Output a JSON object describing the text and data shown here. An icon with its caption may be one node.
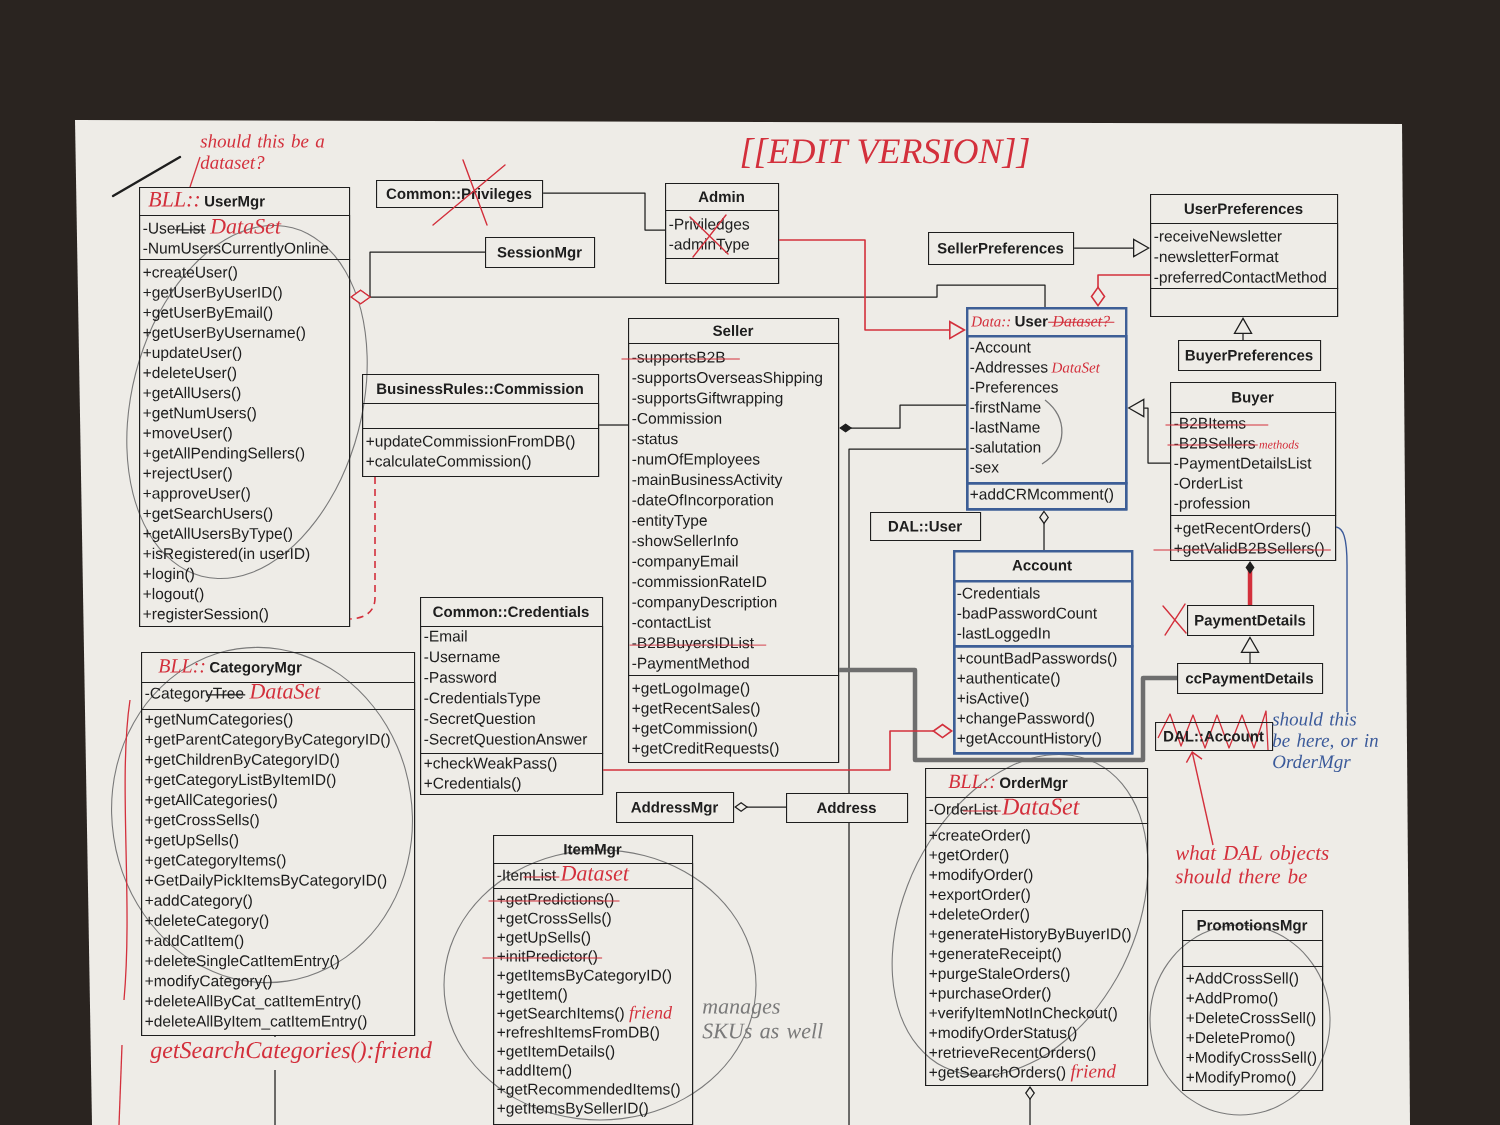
{
  "diagram": {
    "nodes": [
      {
        "text": [
          "should this be a dataset?"
        ]
      },
      {
        "text": [
          "BLL::",
          "UserMgr"
        ]
      },
      {
        "text": [
          "-UserList",
          "DataSet",
          "-NumUsersCurrentlyOnline"
        ],
        "in": 1
      },
      {
        "text": [
          "+createUser()",
          "+getUserByUserID()",
          "+getUserByEmail()",
          "+getUserByUsername()",
          "+updateUser()",
          "+deleteUser()",
          "+getAllUsers()",
          "+getNumUsers()",
          "+moveUser()",
          "+getAllPendingSellers()",
          "+rejectUser()",
          "+approveUser()",
          "+getSearchUsers()",
          "+getAllUsersByType()",
          "+isRegistered(in userID)",
          "+login()",
          "+logout()",
          "+registerSession()"
        ],
        "in": 1
      },
      {
        "text": [
          "Common::Privileges"
        ]
      },
      {
        "text": [
          "Admin"
        ]
      },
      {
        "text": [
          "-Priviledges",
          "-adminType"
        ],
        "in": 5
      },
      {
        "text": [],
        "shape": "box",
        "in": 5
      },
      {
        "text": [
          "SessionMgr"
        ]
      },
      {
        "text": [
          "SellerPreferences"
        ]
      },
      {
        "text": [
          "UserPreferences"
        ]
      },
      {
        "text": [
          "-receiveNewsletter",
          "-newsletterFormat",
          "-preferredContactMethod"
        ],
        "in": 10
      },
      {
        "text": [],
        "shape": "box",
        "in": 10
      },
      {
        "text": [
          "Data::",
          "User",
          "Dataset?"
        ]
      },
      {
        "text": [
          "-Account",
          "-Addresses",
          "DataSet",
          "-Preferences",
          "-firstName",
          "-lastName",
          "-salutation",
          "-sex"
        ],
        "in": 13
      },
      {
        "text": [
          "+addCRMcomment()"
        ],
        "in": 13
      },
      {
        "text": [
          "Seller"
        ]
      },
      {
        "text": [
          "-supportsB2B",
          "-supportsOverseasShipping",
          "-supportsGiftwrapping",
          "-Commission",
          "-status",
          "-numOfEmployees",
          "-mainBusinessActivity",
          "-dateOfIncorporation",
          "-entityType",
          "-showSellerInfo",
          "-companyEmail",
          "-commissionRateID",
          "-companyDescription",
          "-contactList",
          "-B2BBuyersIDList",
          "-PaymentMethod"
        ],
        "in": 16
      },
      {
        "text": [
          "+getLogoImage()",
          "+getRecentSales()",
          "+getCommission()",
          "+getCreditRequests()"
        ],
        "in": 16
      },
      {
        "text": [
          "BuyerPreferences"
        ]
      },
      {
        "text": [
          "BusinessRules::Commission"
        ]
      },
      {
        "text": [],
        "shape": "box",
        "in": 20
      },
      {
        "text": [
          "+updateCommissionFromDB()",
          "+calculateCommission()"
        ],
        "in": 20
      },
      {
        "text": [
          "Buyer"
        ]
      },
      {
        "text": [
          "-B2BItems",
          "-B2BSellers",
          "methods",
          "-PaymentDetailsList",
          "-OrderList",
          "-profession"
        ],
        "in": 23
      },
      {
        "text": [
          "+getRecentOrders()",
          "+getValidB2BSellers()"
        ],
        "in": 23
      },
      {
        "text": [
          "DAL::User"
        ]
      },
      {
        "text": [
          "Account"
        ]
      },
      {
        "text": [
          "-Credentials",
          "-badPasswordCount",
          "-lastLoggedIn"
        ],
        "in": 27
      },
      {
        "text": [
          "+countBadPasswords()",
          "+authenticate()",
          "+isActive()",
          "+changePassword()",
          "+getAccountHistory()"
        ],
        "in": 27
      },
      {
        "text": [
          "Common::Credentials"
        ]
      },
      {
        "text": [
          "-Email",
          "-Username",
          "-Password",
          "-CredentialsType",
          "-SecretQuestion",
          "-SecretQuestionAnswer"
        ],
        "in": 30
      },
      {
        "text": [
          "+checkWeakPass()",
          "+Credentials()"
        ],
        "in": 30
      },
      {
        "text": [
          "PaymentDetails"
        ]
      },
      {
        "text": [
          "BLL::",
          "CategoryMgr"
        ],
        "beside": [
          "getSearchCategories():friend"
        ]
      },
      {
        "text": [
          "-CategoryTree",
          "DataSet"
        ],
        "in": 34
      },
      {
        "text": [
          "+getNumCategories()",
          "+getParentCategoryByCategoryID()",
          "+getChildrenByCategoryID()",
          "+getCategoryListByItemID()",
          "+getAllCategories()",
          "+getCrossSells()",
          "+getUpSells()",
          "+getCategoryItems()",
          "+GetDailyPickItemsByCategoryID()",
          "+addCategory()",
          "+deleteCategory()",
          "+addCatItem()",
          "+deleteSingleCatItemEntry()",
          "+modifyCategory()",
          "+deleteAllByCat_catItemEntry()",
          "+deleteAllByItem_catItemEntry()"
        ],
        "in": 34
      },
      {
        "text": [
          "ccPaymentDetails"
        ]
      },
      {
        "text": [
          "DAL::Account"
        ]
      },
      {
        "text": [
          "should this be here, or in OrderMgr"
        ]
      },
      {
        "text": [
          "AddressMgr"
        ]
      },
      {
        "text": [
          "Address"
        ]
      },
      {
        "text": [
          "BLL::",
          "OrderMgr"
        ]
      },
      {
        "text": [
          "-OrderList",
          "DataSet"
        ],
        "in": 42
      },
      {
        "text": [
          "+createOrder()",
          "+getOrder()",
          "+modifyOrder()",
          "+exportOrder()",
          "+deleteOrder()",
          "+generateHistoryByBuyerID()",
          "+generateReceipt()",
          "+purgeStaleOrders()",
          "+purchaseOrder()",
          "+verifyItemNotInCheckout()",
          "+modifyOrderStatus()",
          "+retrieveRecentOrders()",
          "+getSearchOrders()",
          "friend"
        ],
        "in": 42
      },
      {
        "text": [
          "ItemMgr"
        ],
        "beside": [
          "manages SKUs as well"
        ]
      },
      {
        "text": [
          "-ItemList",
          "Dataset"
        ],
        "in": 45
      },
      {
        "text": [
          "+getPredictions()",
          "+getCrossSells()",
          "+getUpSells()",
          "+initPredictor()",
          "+getItemsByCategoryID()",
          "+getItem()",
          "+getSearchItems()",
          "friend",
          "+refreshItemsFromDB()",
          "+getItemDetails()",
          "+addItem()",
          "+getRecommendedItems()",
          "+getItemsBySellerID()"
        ],
        "in": 45
      },
      {
        "text": [
          "what DAL objects should there be"
        ]
      },
      {
        "text": [
          "PromotionsMgr"
        ]
      },
      {
        "text": [],
        "shape": "box",
        "in": 49
      },
      {
        "text": [
          "+AddCrossSell()",
          "+AddPromo()",
          "+DeleteCrossSell()",
          "+DeletePromo()",
          "+ModifyCrossSell()",
          "+ModifyPromo()"
        ],
        "in": 49
      }
    ],
    "edges": [
      {
        "from": 0,
        "to": 1,
        "arrow": "none",
        "color": "#d3303c"
      },
      {
        "from": 4,
        "to": 5,
        "arrow": "none"
      },
      {
        "from": 1,
        "to": 13,
        "arrow": "other"
      },
      {
        "from": 1,
        "to": 8,
        "arrow": "other"
      },
      {
        "from": 5,
        "to": 13,
        "arrow": "to",
        "color": "#d3303c"
      },
      {
        "from": 9,
        "to": 10,
        "arrow": "to"
      },
      {
        "from": 19,
        "to": 10,
        "arrow": "to"
      },
      {
        "from": 13,
        "to": 10,
        "arrow": "other",
        "color": "#d3303c"
      },
      {
        "from": 20,
        "to": 16,
        "arrow": "none"
      },
      {
        "from": 16,
        "to": 13,
        "arrow": "other"
      },
      {
        "from": 23,
        "to": 13,
        "arrow": "to"
      },
      {
        "from": 13,
        "to": 27,
        "arrow": "other"
      },
      {
        "from": 13,
        "to": 41,
        "arrow": "none"
      },
      {
        "from": 23,
        "to": 33,
        "arrow": "other",
        "style": "thick",
        "color": "#d3303c"
      },
      {
        "from": 37,
        "to": 33,
        "arrow": "to"
      },
      {
        "from": 16,
        "to": 37,
        "arrow": "none",
        "style": "thick",
        "color": "#6e6e6e"
      },
      {
        "from": 27,
        "to": 30,
        "arrow": "other",
        "color": "#d3303c"
      },
      {
        "from": 40,
        "to": 41,
        "arrow": "other"
      },
      {
        "from": 41,
        "to": null,
        "arrow": "none"
      },
      {
        "from": 34,
        "to": null,
        "arrow": "none"
      },
      {
        "from": 42,
        "to": null,
        "arrow": "other"
      },
      {
        "from": 20,
        "to": 1,
        "arrow": "none",
        "style": "dashed",
        "color": "#d3303c"
      },
      {
        "from": 48,
        "to": 38,
        "arrow": "to",
        "color": "#d3303c"
      },
      {
        "from": 39,
        "to": 25,
        "arrow": "none",
        "color": "#3b5a9a"
      }
    ],
    "labels": [
      "[[EDIT VERSION]]"
    ]
  }
}
